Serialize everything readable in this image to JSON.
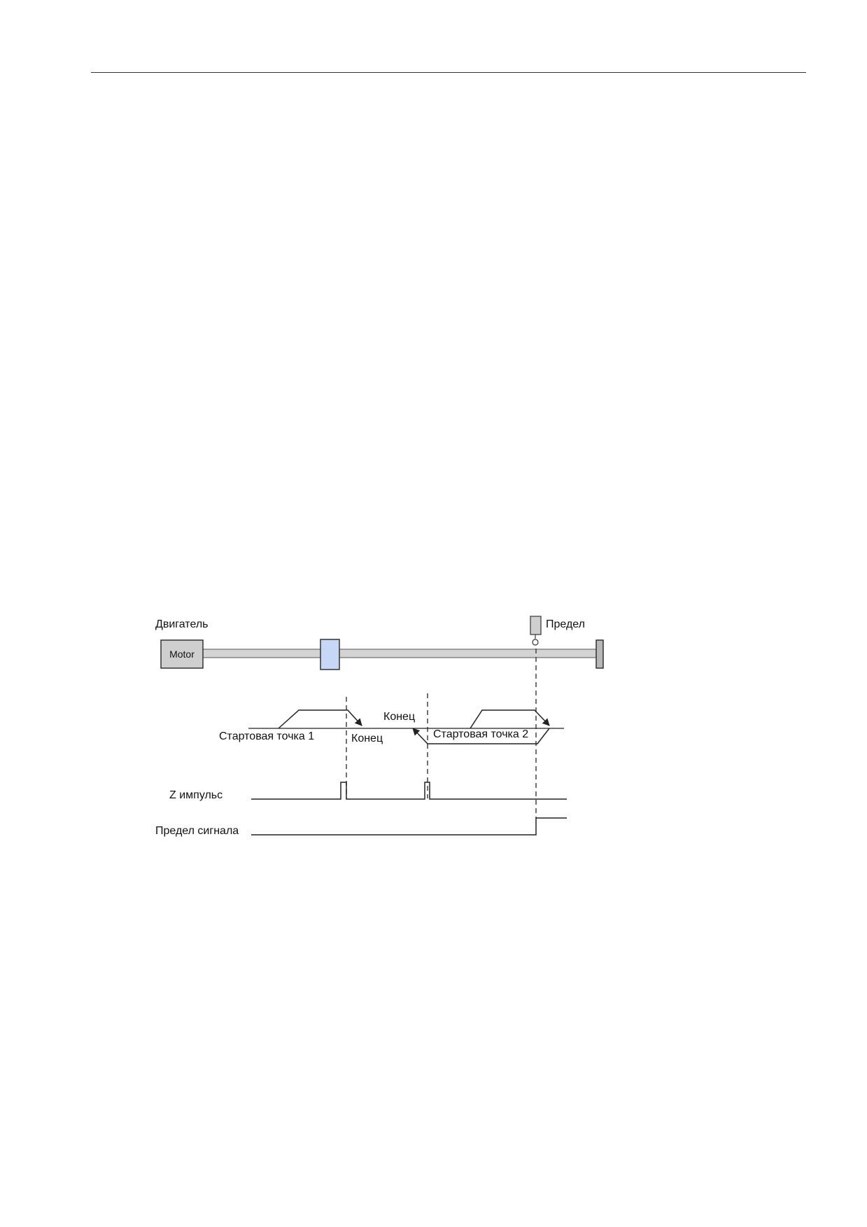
{
  "diagram": {
    "labels": {
      "motor_caption": "Двигатель",
      "motor_box": "Motor",
      "limit_caption": "Предел",
      "start_point_1": "Стартовая точка 1",
      "end_1": "Конец",
      "end_2": "Конец",
      "start_point_2": "Стартовая точка 2",
      "z_pulse": "Z импульс",
      "limit_signal": "Предел сигнала"
    },
    "colors": {
      "rail": "#d4d4d4",
      "motor_fill": "#cfcfcf",
      "slider_fill": "#c6d8f6",
      "stop_fill": "#b8b8b8",
      "line": "#222222"
    }
  }
}
